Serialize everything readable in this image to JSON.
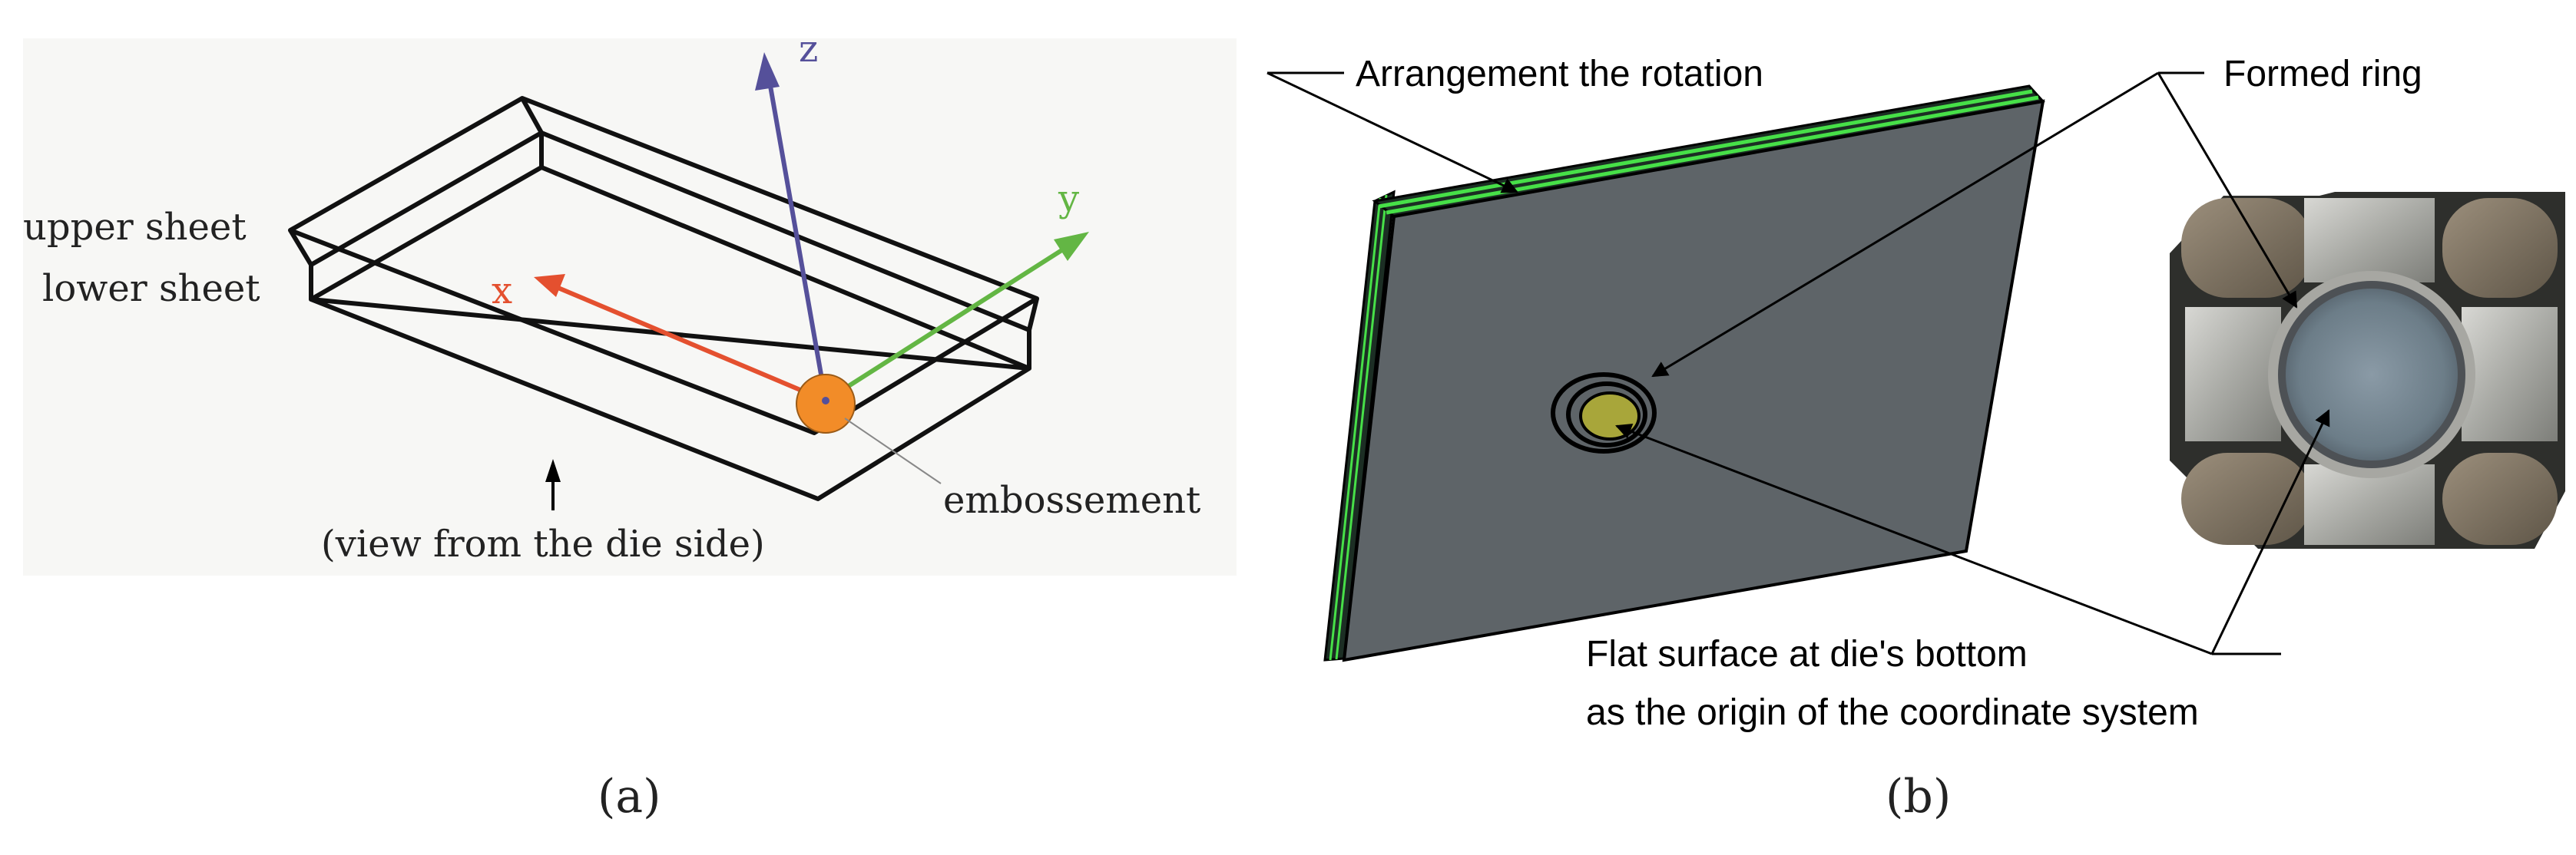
{
  "panel_a": {
    "axis_z_label": "z",
    "axis_y_label": "y",
    "axis_x_label": "x",
    "upper_sheet_label": "upper sheet",
    "lower_sheet_label": "lower sheet",
    "embossement_label": "embossement",
    "view_note": "(view from the die side)",
    "caption": "(a)",
    "colors": {
      "x_axis": "#e4502f",
      "y_axis": "#63b644",
      "z_axis": "#55509a",
      "embossement": "#f28c28",
      "panel_bg": "#f7f7f5"
    }
  },
  "panel_b": {
    "arrangement_label": "Arrangement the rotation",
    "formed_ring_label": "Formed ring",
    "flat_surface_line1": "Flat surface at die's bottom",
    "flat_surface_line2": "as the origin of the coordinate system",
    "caption": "(b)",
    "colors": {
      "plate_face": "#5e6468",
      "plate_edge_layers": "#47e048",
      "flat_surface": "#a8a63a"
    }
  }
}
